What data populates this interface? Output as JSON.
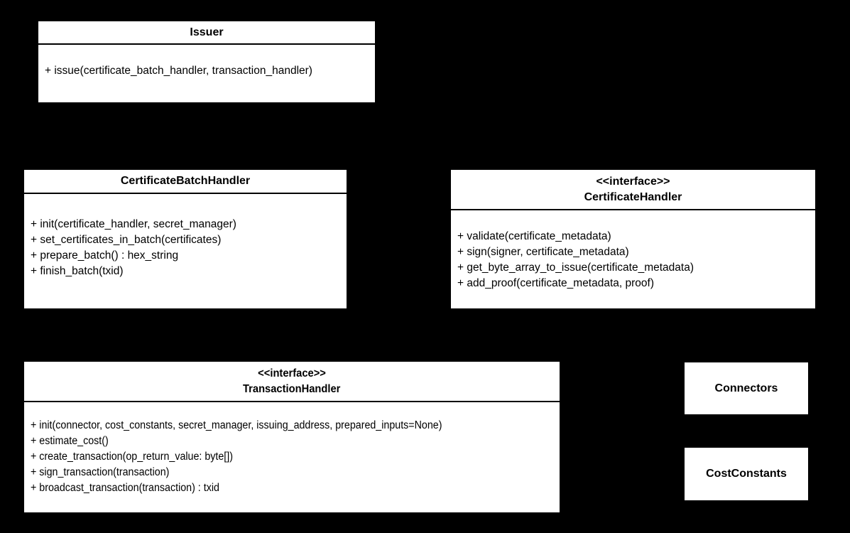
{
  "diagram": {
    "background_color": "#000000",
    "node_fill_color": "#ffffff",
    "node_border_color": "#000000",
    "node_text_color": "#000000",
    "classes": [
      {
        "name": "Issuer",
        "stereotype": "",
        "methods": [
          "+ issue(certificate_batch_handler, transaction_handler)"
        ]
      },
      {
        "name": "CertificateBatchHandler",
        "stereotype": "",
        "methods": [
          "+ init(certificate_handler, secret_manager)",
          "+ set_certificates_in_batch(certificates)",
          "+ prepare_batch() : hex_string",
          "+ finish_batch(txid)"
        ]
      },
      {
        "name": "CertificateHandler",
        "stereotype": "<<interface>>",
        "methods": [
          "+ validate(certificate_metadata)",
          "+ sign(signer, certificate_metadata)",
          "+ get_byte_array_to_issue(certificate_metadata)",
          "+ add_proof(certificate_metadata, proof)"
        ]
      },
      {
        "name": "TransactionHandler",
        "stereotype": "<<interface>>",
        "methods": [
          "+ init(connector, cost_constants, secret_manager, issuing_address, prepared_inputs=None)",
          "+ estimate_cost()",
          "+ create_transaction(op_return_value: byte[])",
          "+ sign_transaction(transaction)",
          "+ broadcast_transaction(transaction) : txid"
        ]
      },
      {
        "name": "Connectors",
        "stereotype": "",
        "methods": []
      },
      {
        "name": "CostConstants",
        "stereotype": "",
        "methods": []
      }
    ]
  }
}
